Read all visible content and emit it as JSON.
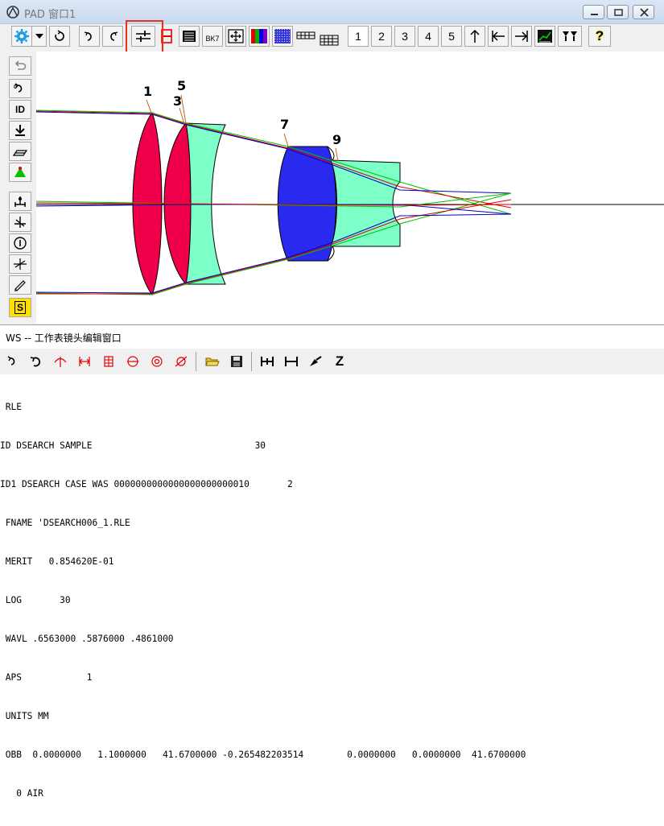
{
  "pad": {
    "title": "PAD 窗口1",
    "toolbar": {
      "label_bk7": "BK7",
      "num_buttons": [
        "1",
        "2",
        "3",
        "4",
        "5"
      ],
      "help_glyph": "?"
    },
    "left_toolbar": {
      "id_label": "ID",
      "s_label": "S"
    },
    "surface_labels": [
      "1",
      "3",
      "5",
      "7",
      "9"
    ],
    "colors": {
      "lens_red": "#f0004a",
      "lens_green": "#7effc8",
      "lens_blue": "#2a2aee",
      "ray_green": "#00c000",
      "ray_red": "#e00000",
      "ray_blue": "#0000c0",
      "highlight": "#e8321e"
    }
  },
  "ws": {
    "title": "WS -- 工作表镜头编辑窗口",
    "z_label": "Z",
    "lines": [
      " RLE",
      "ID DSEARCH SAMPLE                              30",
      "ID1 DSEARCH CASE WAS 0000000000000000000000010       2",
      " FNAME 'DSEARCH006_1.RLE",
      " MERIT   0.854620E-01",
      " LOG       30",
      " WAVL .6563000 .5876000 .4861000",
      " APS            1",
      " UNITS MM",
      " OBB  0.0000000   1.1000000   41.6700000 -0.265482203514        0.0000000   0.0000000  41.6700000",
      "   0 AIR"
    ]
  }
}
